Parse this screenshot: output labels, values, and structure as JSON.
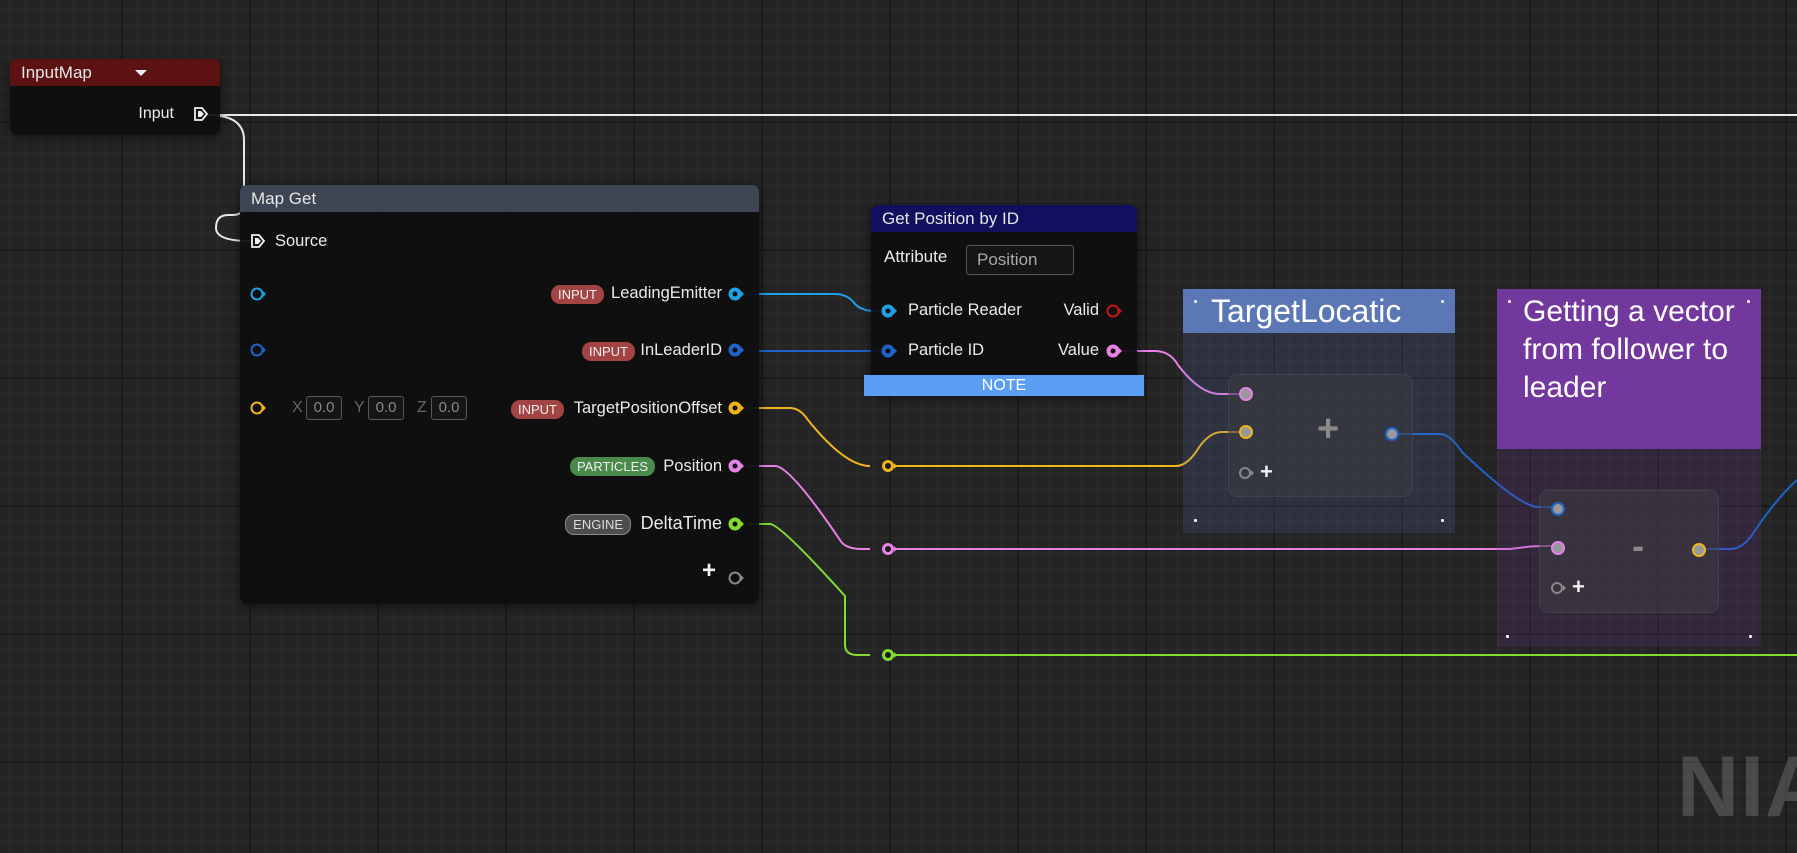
{
  "input_map": {
    "title": "InputMap",
    "output_label": "Input"
  },
  "map_get": {
    "title": "Map Get",
    "source_label": "Source",
    "rows": [
      {
        "badge": "INPUT",
        "label": "LeadingEmitter"
      },
      {
        "badge": "INPUT",
        "label": "InLeaderID"
      },
      {
        "badge": "INPUT",
        "label": "TargetPositionOffset"
      },
      {
        "badge": "PARTICLES",
        "label": "Position"
      },
      {
        "badge": "ENGINE",
        "label": "DeltaTime"
      }
    ],
    "vector_input": {
      "x_label": "X",
      "x_value": "0.0",
      "y_label": "Y",
      "y_value": "0.0",
      "z_label": "Z",
      "z_value": "0.0"
    },
    "add_pin_label": "+"
  },
  "get_position": {
    "title": "Get Position by ID",
    "attribute_label": "Attribute",
    "attribute_value": "Position",
    "inputs": [
      "Particle Reader",
      "Particle ID"
    ],
    "outputs": [
      "Valid",
      "Value"
    ],
    "note_label": "NOTE"
  },
  "comment_target": {
    "title": "TargetLocatic"
  },
  "comment_vector": {
    "title": "Getting a vector from follower to leader"
  },
  "add_node": {
    "symbol": "+",
    "add_pin_label": "+"
  },
  "subtract_node": {
    "symbol": "-",
    "add_pin_label": "+"
  },
  "watermark": "NIA",
  "colors": {
    "title_input_map": "#5c1212",
    "title_map_get": "#3d4452",
    "title_get_position": "#10105e",
    "comment_target_head": "#5b77b5",
    "comment_vector_head": "#73389e",
    "note": "#5b9ff5",
    "pin_blue": "#1ea0e6",
    "pin_darkblue": "#1e64c8",
    "pin_yellow": "#f0b41e",
    "pin_pink": "#e682e6",
    "pin_green": "#82dc32",
    "pin_red": "#c81414"
  },
  "icons": [
    "exec-output-icon",
    "exec-input-icon",
    "dropdown-arrow-icon",
    "add-pin-icon",
    "plus-operator-icon",
    "minus-operator-icon"
  ]
}
